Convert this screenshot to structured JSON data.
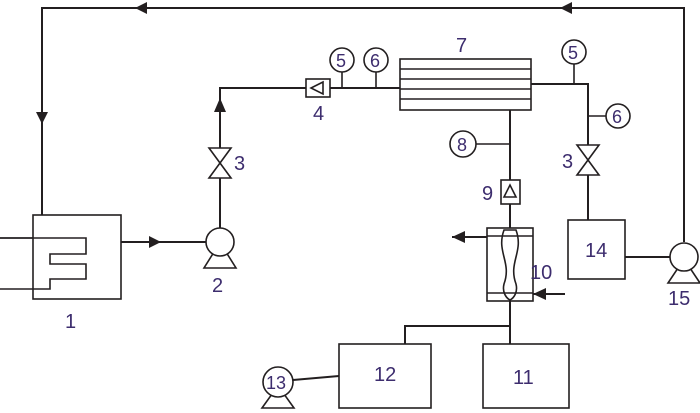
{
  "diagram": {
    "labels": {
      "l1": "1",
      "l2": "2",
      "l3a": "3",
      "l3b": "3",
      "l4": "4",
      "l5a": "5",
      "l5b": "5",
      "l6a": "6",
      "l6b": "6",
      "l7": "7",
      "l8": "8",
      "l9": "9",
      "l10": "10",
      "l11": "11",
      "l12": "12",
      "l13": "13",
      "l14": "14",
      "l15": "15"
    },
    "colors": {
      "line": "#231f20",
      "label": "#3d2d6e"
    }
  }
}
